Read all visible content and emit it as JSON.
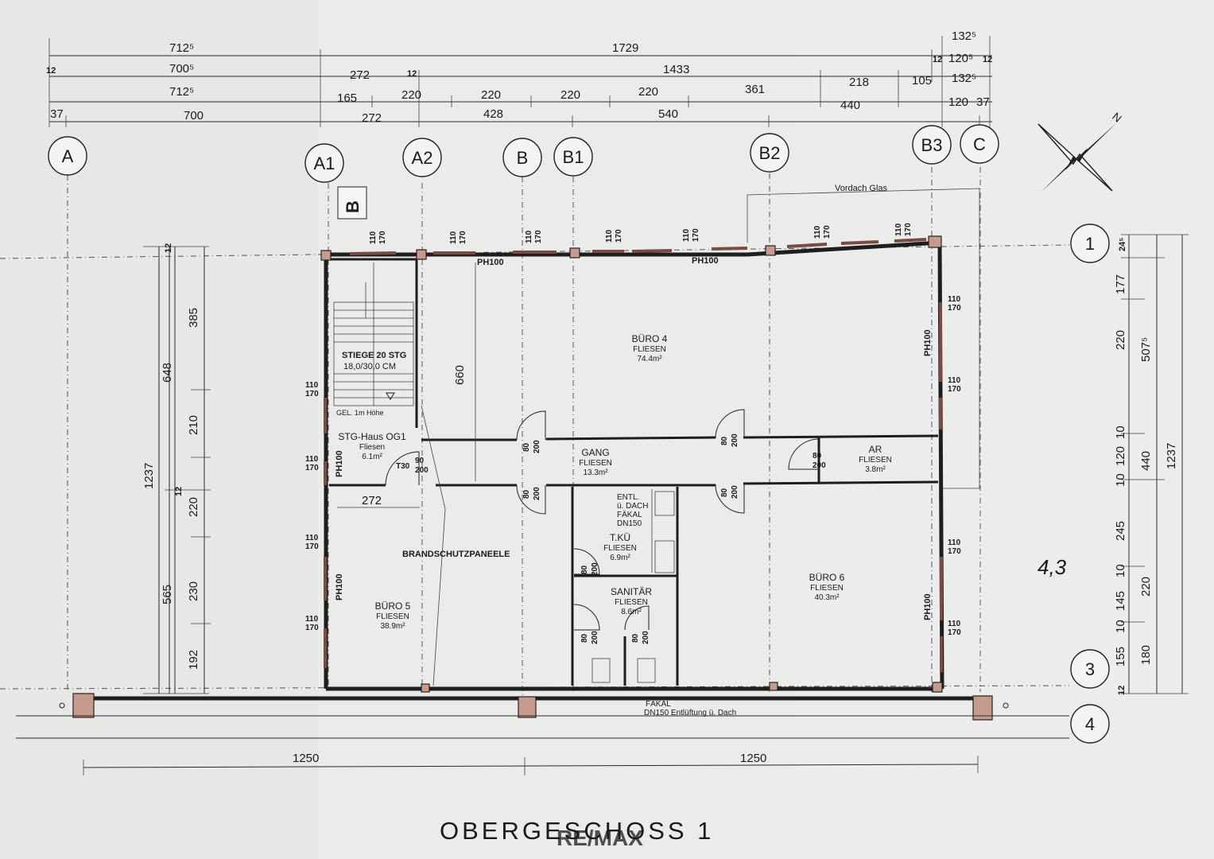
{
  "drawing": {
    "title": "OBERGESCHOSS 1",
    "watermark": "RE/MAX",
    "handwritten_note": "4,3"
  },
  "grid_axes": {
    "vertical": [
      "A",
      "A1",
      "A2",
      "B",
      "B1",
      "B2",
      "B3",
      "C"
    ],
    "horizontal": [
      "1",
      "3",
      "4"
    ]
  },
  "top_dimensions": {
    "row1": [
      "712⁵",
      "1729",
      "132⁵"
    ],
    "row2": [
      "12",
      "700⁵",
      "272",
      "12",
      "1433",
      "12",
      "120⁵",
      "12"
    ],
    "row3": [
      "712⁵",
      "165",
      "220",
      "220",
      "220",
      "220",
      "361",
      "218",
      "105",
      "132⁵"
    ],
    "row4": [
      "37",
      "700",
      "272",
      "428",
      "540",
      "440",
      "120",
      "37"
    ]
  },
  "left_dimensions": {
    "overall": "1237",
    "col2": [
      "648",
      "565"
    ],
    "col3": [
      "385",
      "210",
      "220",
      "230",
      "192"
    ],
    "small": [
      "12",
      "12"
    ],
    "stair_run": "660",
    "gap_272": "272"
  },
  "right_dimensions": {
    "overall": "1237",
    "col2": [
      "507⁵",
      "440"
    ],
    "col3": [
      "24⁵",
      "177",
      "220",
      "10",
      "120",
      "10",
      "245",
      "10",
      "145",
      "10",
      "155",
      "12"
    ],
    "col4": [
      "220",
      "180"
    ]
  },
  "bottom_dimensions": [
    "1250",
    "1250"
  ],
  "rooms": [
    {
      "name": "BÜRO 4",
      "floor": "FLIESEN",
      "area": "74.4m²"
    },
    {
      "name": "GANG",
      "floor": "FLIESEN",
      "area": "13.3m²"
    },
    {
      "name": "AR",
      "floor": "FLIESEN",
      "area": "3.8m²"
    },
    {
      "name": "STG-Haus OG1",
      "floor": "Fliesen",
      "area": "6.1m²"
    },
    {
      "name": "T.KÜ",
      "floor": "FLIESEN",
      "area": "6.9m²"
    },
    {
      "name": "SANITÄR",
      "floor": "FLIESEN",
      "area": "8.6m²"
    },
    {
      "name": "BÜRO 5",
      "floor": "FLIESEN",
      "area": "38.9m²"
    },
    {
      "name": "BÜRO 6",
      "floor": "FLIESEN",
      "area": "40.3m²"
    }
  ],
  "annotations": {
    "stair": "STIEGE 20 STG",
    "stair_dims": "18,0/30,0 CM",
    "railing": "GEL. 1m Höhe",
    "fire_panels": "BRANDSCHUTZPANEELE",
    "canopy": "Vordach Glas",
    "section_mark": "B",
    "vent_1": "ENTL.",
    "vent_2": "ü. DACH",
    "vent_3": "FÄKAL",
    "vent_4": "DN150",
    "bottom_faekal": "FÄKAL",
    "bottom_vent": "DN150 Entlüftung ü. Dach",
    "ph100": "PH100",
    "window_w": "110",
    "window_h": "170",
    "door_w": "80",
    "door_w_90": "90",
    "door_h": "200",
    "fire_door": "T30"
  }
}
